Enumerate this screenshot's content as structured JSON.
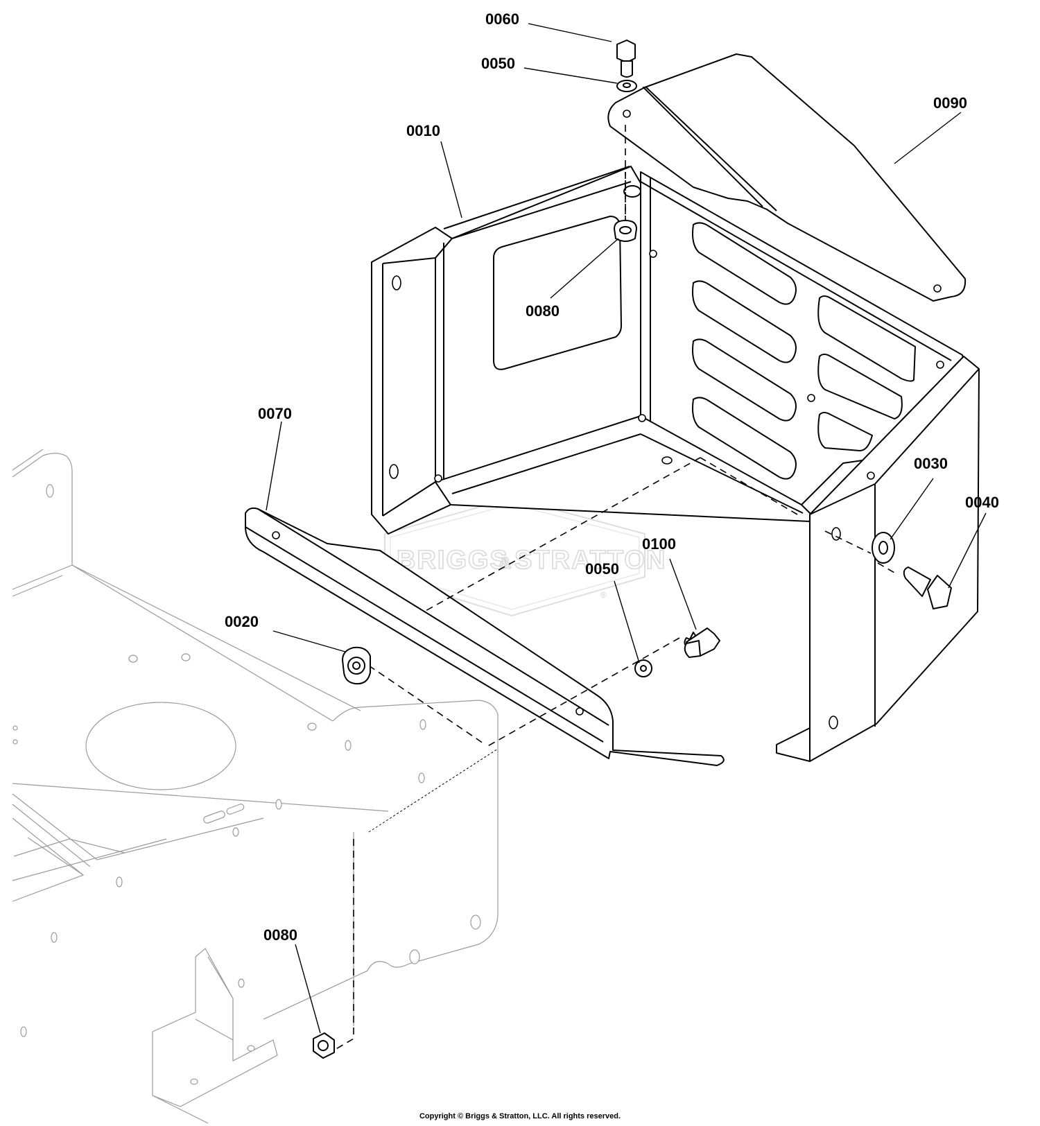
{
  "watermark": {
    "brand_left": "BRIGGS",
    "brand_amp": "&",
    "brand_right": "STRATTON",
    "reg_mark": "®"
  },
  "copyright": "Copyright © Briggs & Stratton, LLC. All rights reserved.",
  "callouts": {
    "c0060": "0060",
    "c0050_top": "0050",
    "c0090": "0090",
    "c0010": "0010",
    "c0080_top": "0080",
    "c0070": "0070",
    "c0030": "0030",
    "c0040": "0040",
    "c0100": "0100",
    "c0050_mid": "0050",
    "c0020": "0020",
    "c0080_bottom": "0080"
  }
}
